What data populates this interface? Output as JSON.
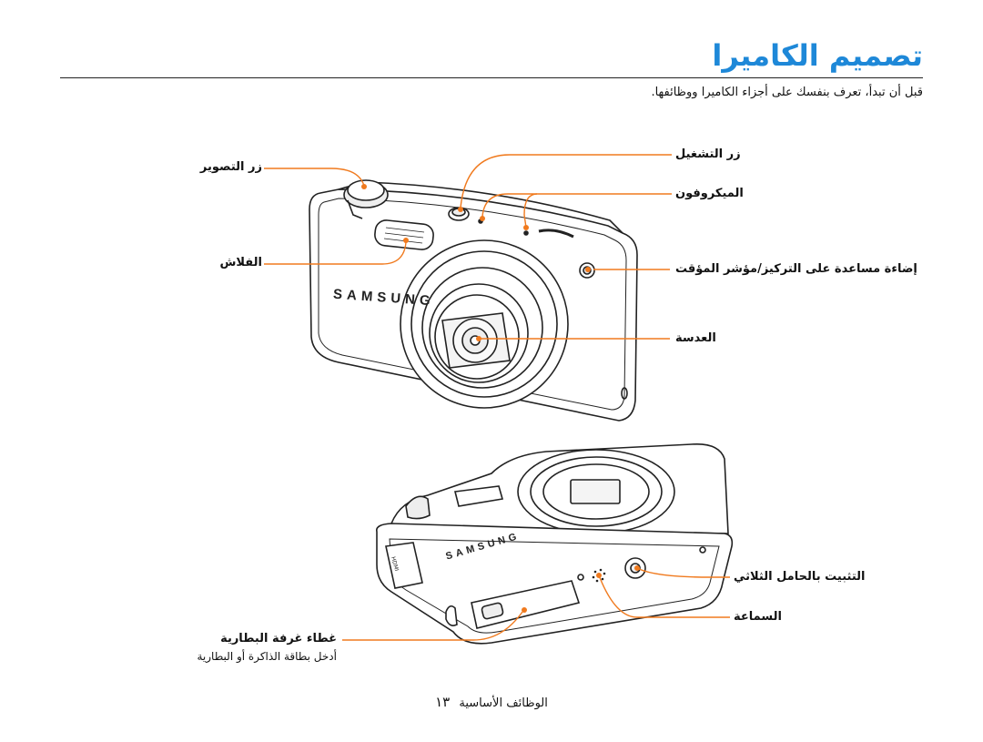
{
  "page": {
    "title": "تصميم الكاميرا",
    "intro": "قبل أن تبدأ، تعرف بنفسك على أجزاء الكاميرا ووظائفها."
  },
  "camera_front": {
    "brand": "SAMSUNG",
    "labels": {
      "zoom_button": "زر التصوير",
      "flash": "الفلاش",
      "power_button": "زر التشغيل",
      "microphone": "الميكروفون",
      "af_lamp": "إضاءة مساعدة على التركيز/مؤشر المؤقت",
      "lens": "العدسة"
    }
  },
  "camera_bottom": {
    "brand": "SAMSUNG",
    "labels": {
      "tripod_mount": "التثبيت بالحامل الثلاثي",
      "speaker": "السماعة",
      "battery_cover": "غطاء غرفة البطارية",
      "battery_cover_note": "أدخل بطاقة الذاكرة أو البطارية"
    }
  },
  "footer": {
    "section": "الوظائف الأساسية",
    "page_number": "١٣"
  },
  "colors": {
    "title": "#1e88d8",
    "callout": "#f07a1e",
    "body": "#ffffff",
    "outline": "#222222"
  }
}
